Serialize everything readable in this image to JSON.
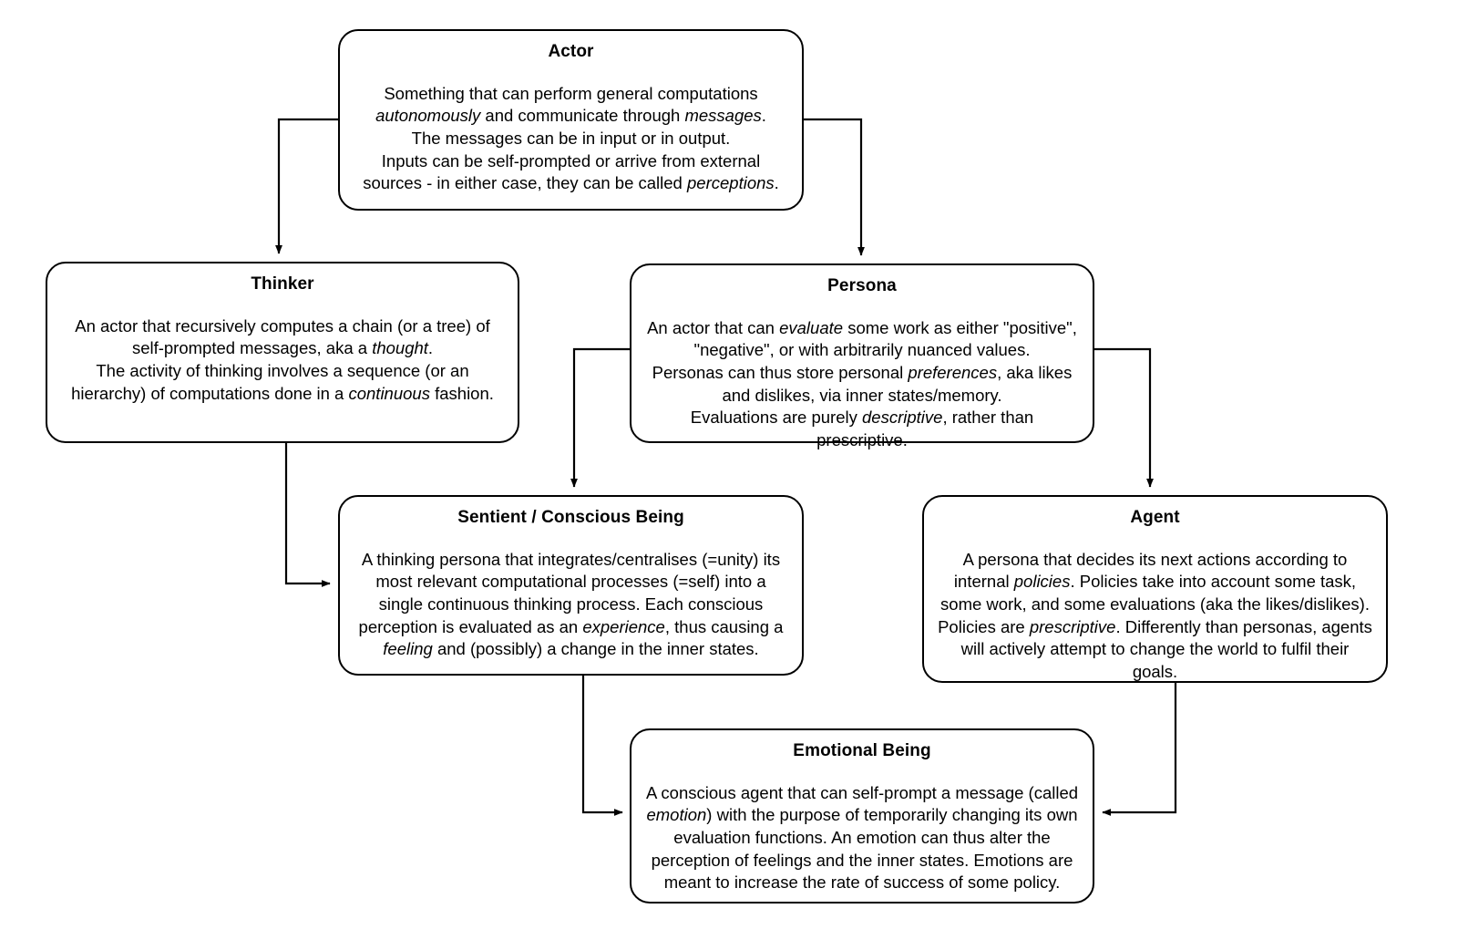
{
  "diagram": {
    "title": "Actor taxonomy concept diagram",
    "background_color": "#ffffff",
    "stroke_color": "#000000",
    "nodes": [
      {
        "id": "actor",
        "title": "Actor",
        "body": "Something that can perform general computations autonomously and communicate through messages.\nThe messages can be in input or in output.\nInputs can be self-prompted or arrive from external sources - in either case, they can be called perceptions.",
        "italic_terms": [
          "autonomously",
          "messages",
          "perceptions"
        ]
      },
      {
        "id": "thinker",
        "title": "Thinker",
        "body": "An actor that recursively computes a chain (or a tree) of self-prompted messages, aka a thought.\nThe activity of thinking involves a sequence (or an hierarchy) of computations done in a continuous fashion.",
        "italic_terms": [
          "thought",
          "continuous"
        ]
      },
      {
        "id": "persona",
        "title": "Persona",
        "body": "An actor that can evaluate some work as either \"positive\", \"negative\", or with arbitrarily nuanced values.\nPersonas can thus store personal preferences, aka likes and dislikes, via inner states/memory.\nEvaluations are purely descriptive, rather than prescriptive.",
        "italic_terms": [
          "evaluate",
          "preferences",
          "descriptive"
        ]
      },
      {
        "id": "sentient",
        "title": "Sentient / Conscious Being",
        "body": "A thinking persona that integrates/centralises (=unity) its most relevant computational processes (=self) into a single continuous thinking process. Each conscious perception is evaluated as an experience, thus causing a feeling and (possibly) a change in the inner states.",
        "italic_terms": [
          "experience",
          "feeling"
        ]
      },
      {
        "id": "agent",
        "title": "Agent",
        "body": "A persona that decides its next actions according to internal policies. Policies take into account some task, some work, and some evaluations (aka the likes/dislikes). Policies are prescriptive. Differently than personas, agents will actively attempt to change the world to fulfil their goals.",
        "italic_terms": [
          "policies",
          "prescriptive"
        ]
      },
      {
        "id": "emotional",
        "title": "Emotional Being",
        "body": "A conscious agent that can self-prompt a message (called emotion) with the purpose of temporarily changing its own evaluation functions. An emotion can thus alter the perception of feelings and the inner states. Emotions are meant to increase the rate of success of some policy.",
        "italic_terms": [
          "emotion"
        ]
      }
    ],
    "edges": [
      {
        "id": "actor-to-thinker",
        "from": "actor",
        "to": "thinker",
        "label": ""
      },
      {
        "id": "actor-to-persona",
        "from": "actor",
        "to": "persona",
        "label": ""
      },
      {
        "id": "thinker-to-sentient",
        "from": "thinker",
        "to": "sentient",
        "label": ""
      },
      {
        "id": "persona-to-sentient",
        "from": "persona",
        "to": "sentient",
        "label": ""
      },
      {
        "id": "persona-to-agent",
        "from": "persona",
        "to": "agent",
        "label": ""
      },
      {
        "id": "sentient-to-emotional",
        "from": "sentient",
        "to": "emotional",
        "label": ""
      },
      {
        "id": "agent-to-emotional",
        "from": "agent",
        "to": "emotional",
        "label": ""
      }
    ]
  }
}
